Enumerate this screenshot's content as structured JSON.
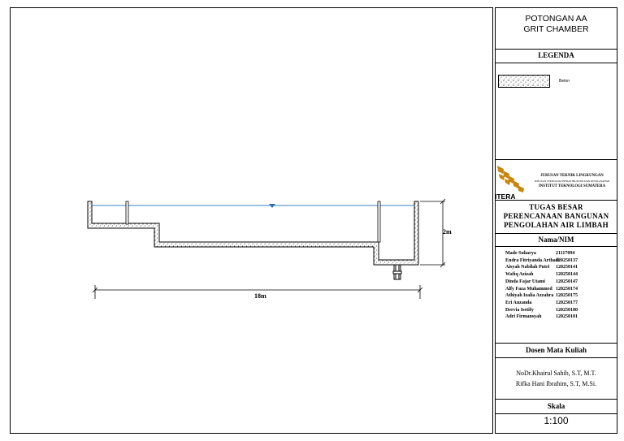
{
  "title_block": {
    "drawing_title_line1": "POTONGAN AA",
    "drawing_title_line2": "GRIT CHAMBER",
    "legend_heading": "LEGENDA",
    "legend_item_label": "Beton",
    "institution_line1": "JURUSAN TEKNIK LINGKUNGAN",
    "institution_line2": "JURUSAN TEKNOLOGI INFRASTRUKTUR DAN KEWILAYAHAN",
    "institution_line3": "INSTITUT TEKNOLOGI SUMATERA",
    "logo_text": "ITERA",
    "project_line1": "TUGAS BESAR",
    "project_line2": "PERENCANAAN BANGUNAN",
    "project_line3": "PENGOLAHAN AIR LIMBAH",
    "members_heading": "Nama/NIM",
    "members": [
      {
        "name": "Made Suharya",
        "nim": "21117094"
      },
      {
        "name": "Endra Fitriyanda Arthadi",
        "nim": "120250137"
      },
      {
        "name": "Aisyah Nabilah Putri",
        "nim": "120250141"
      },
      {
        "name": "Wafiq Azizah",
        "nim": "120250144"
      },
      {
        "name": "Dinda Fajar Utami",
        "nim": "120250147"
      },
      {
        "name": "Alfy Faza Muhammed",
        "nim": "120250174"
      },
      {
        "name": "Athiyah Izalia Azzahra",
        "nim": "120250175"
      },
      {
        "name": "Eri Anzanda",
        "nim": "120250177"
      },
      {
        "name": "Dervia Isetify",
        "nim": "120250180"
      },
      {
        "name": "Adri Firmansyah",
        "nim": "120250181"
      }
    ],
    "lecturer_heading": "Dosen Mata Kuliah",
    "lecturer_line1": "NoDr.Khairul Sahib, S.T, M.T.",
    "lecturer_line2": "Rifka Hani Ibrahim, S.T, M.Si.",
    "scale_heading": "Skala",
    "scale_value": "1:100"
  },
  "drawing": {
    "height_dimension": "2m",
    "length_dimension": "18m",
    "colors": {
      "water_line": "#3b82c4",
      "water_marker": "#2a6fb5",
      "line": "#000000"
    }
  }
}
